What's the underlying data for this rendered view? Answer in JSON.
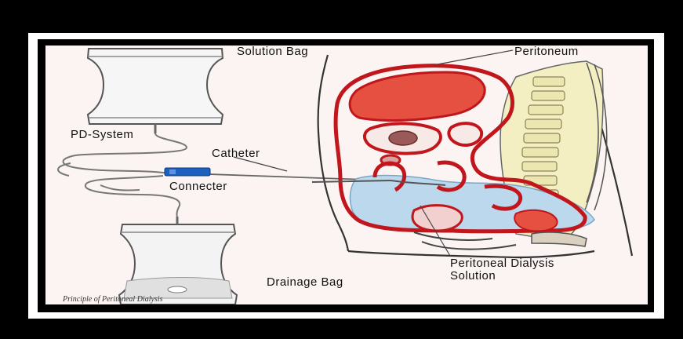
{
  "labels": {
    "solution_bag": "Solution Bag",
    "peritoneum": "Peritoneum",
    "pd_system": "PD-System",
    "catheter": "Catheter",
    "connecter": "Connecter",
    "drainage_bag": "Drainage Bag",
    "pd_solution_line1": "Peritoneal Dialysis",
    "pd_solution_line2": "Solution",
    "caption": "Principle of Peritoneal Dialysis"
  },
  "colors": {
    "organ_red": "#c0161c",
    "organ_fill": "#e55040",
    "solution_blue": "#bcd8ec",
    "spine_yellow": "#f3efc2",
    "connector_blue": "#1b5fbf",
    "background": "#fbf4f2"
  }
}
